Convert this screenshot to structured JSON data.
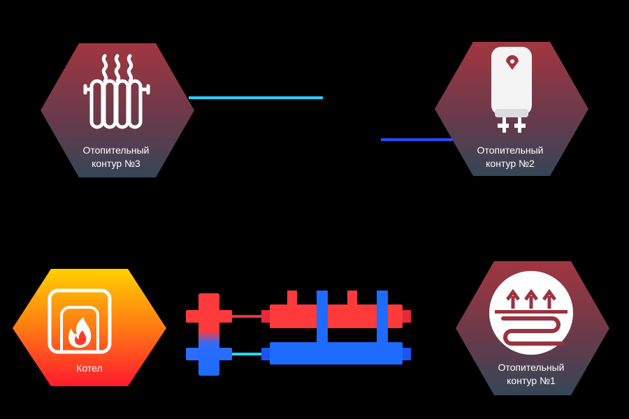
{
  "nodes": {
    "boiler": {
      "label": "Котел",
      "icon": "boiler-flame-icon"
    },
    "circuit3": {
      "line1": "Отопительный",
      "line2": "контур  №3",
      "icon": "radiator-icon"
    },
    "circuit2": {
      "line1": "Отопительный",
      "line2": "контур  №2",
      "icon": "water-heater-icon"
    },
    "circuit1": {
      "line1": "Отопительный",
      "line2": "контур  №1",
      "icon": "underfloor-heating-icon"
    }
  },
  "colors": {
    "background": "#000000",
    "hot": "#ff3a32",
    "cold": "#1e6bff",
    "hot_pipe_warm": "#ffc800",
    "cold_pipe_light": "#22d4ff",
    "hex_top": "#a23640",
    "hex_bottom": "#364655",
    "boiler_top": "#ffcc00",
    "boiler_bottom": "#ff1e2d",
    "icon": "#ffffff"
  }
}
